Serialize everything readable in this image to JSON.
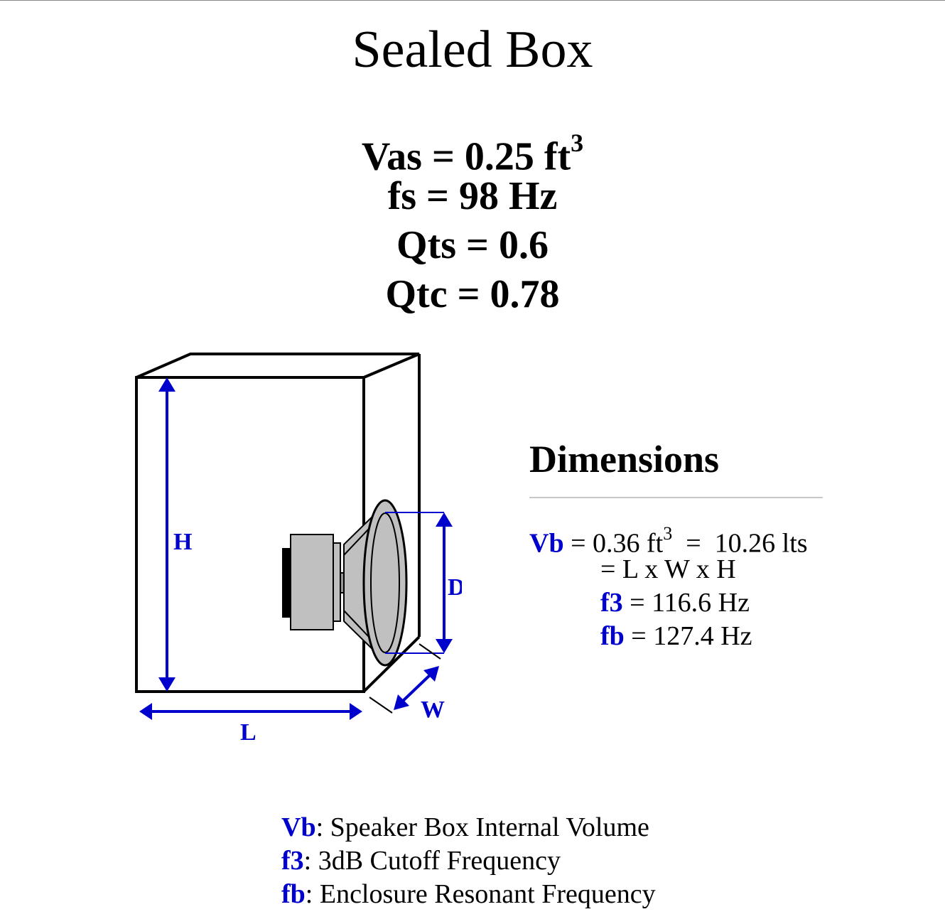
{
  "title": "Sealed Box",
  "params": {
    "vas": {
      "label": "Vas = 0.25 ft",
      "exp": "3"
    },
    "fs": "fs = 98 Hz",
    "qts": "Qts = 0.6",
    "qtc": "Qtc = 0.78"
  },
  "diagram": {
    "labels": {
      "h": "H",
      "l": "L",
      "w": "W",
      "d": "D"
    },
    "colors": {
      "dimension": "#0000cc",
      "outline": "#000000",
      "speaker_gray": "#c0c0c0",
      "magnet": "#000000"
    }
  },
  "dimensions": {
    "heading": "Dimensions",
    "vb": {
      "name": "Vb",
      "eq": " = 0.36 ft",
      "exp": "3",
      "rest": "  =  10.26 lts"
    },
    "formula": "= L x W x H",
    "f3": {
      "name": "f3",
      "value": " = 116.6 Hz"
    },
    "fb": {
      "name": "fb",
      "value": " = 127.4 Hz"
    }
  },
  "legend": [
    {
      "name": "Vb",
      "desc": ": Speaker Box Internal Volume"
    },
    {
      "name": "f3",
      "desc": ": 3dB Cutoff Frequency"
    },
    {
      "name": "fb",
      "desc": ": Enclosure Resonant Frequency"
    }
  ]
}
